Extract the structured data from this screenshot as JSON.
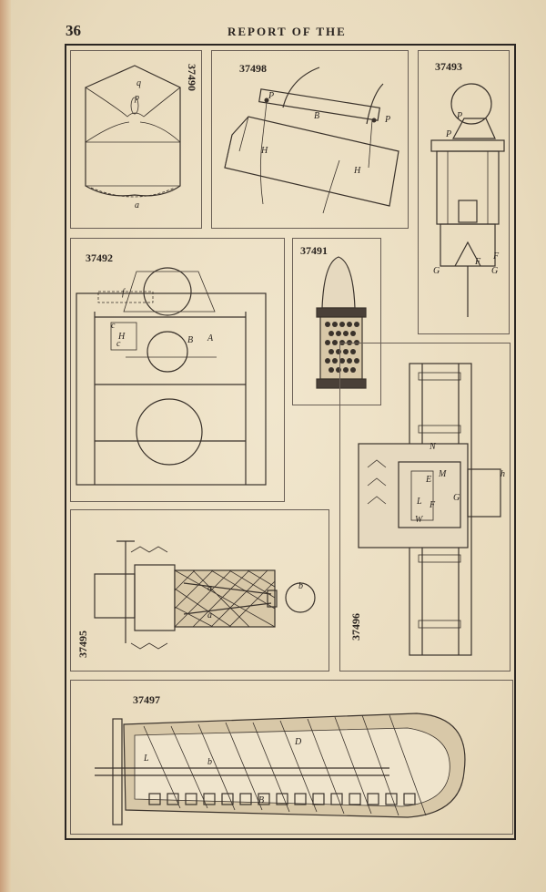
{
  "header": {
    "page_number": "36",
    "running_head": "REPORT OF THE"
  },
  "figures": {
    "fig1": {
      "number": "37490",
      "letters": [
        "q",
        "p",
        "a"
      ]
    },
    "fig2": {
      "number": "37498",
      "letters": [
        "P",
        "B",
        "P",
        "H",
        "H"
      ]
    },
    "fig3": {
      "number": "37493",
      "letters": [
        "P",
        "P",
        "F",
        "F",
        "G",
        "G"
      ]
    },
    "fig4": {
      "number": "37492",
      "letters": [
        "f",
        "c",
        "H",
        "c",
        "B",
        "A"
      ]
    },
    "fig5": {
      "number": "37491"
    },
    "fig6": {
      "number": "37495",
      "letters": [
        "a",
        "b",
        "a"
      ]
    },
    "fig7": {
      "number": "37496",
      "letters": [
        "N",
        "E",
        "M",
        "L",
        "F",
        "W",
        "G",
        "h"
      ]
    },
    "fig8": {
      "number": "37497",
      "letters": [
        "L",
        "D",
        "b",
        "B"
      ]
    }
  }
}
